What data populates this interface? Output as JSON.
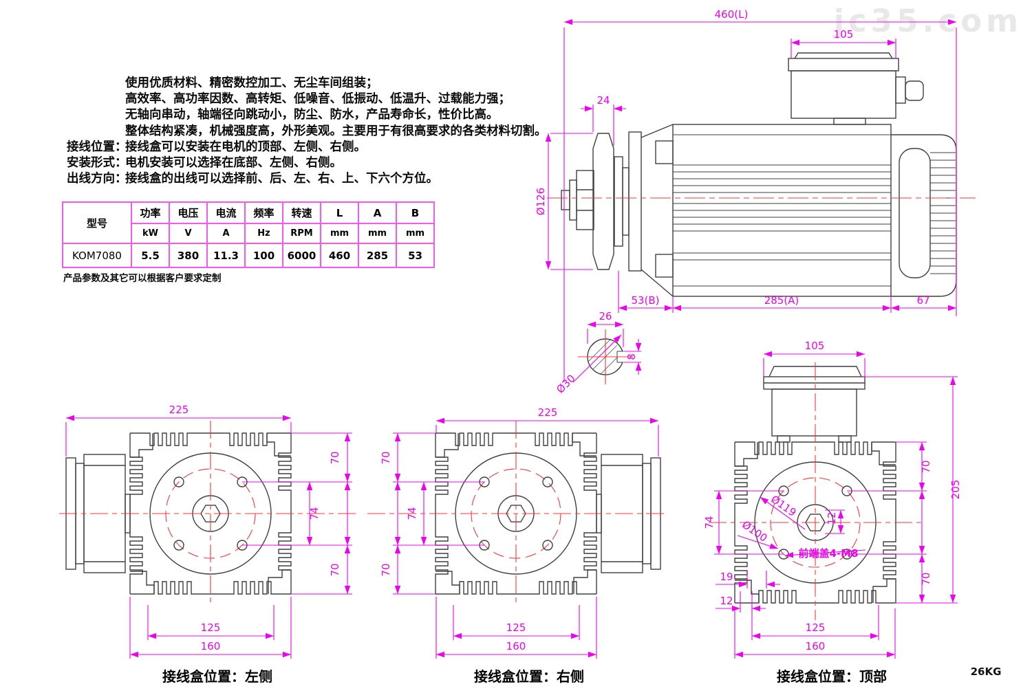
{
  "watermark": "jc35.com",
  "intro": {
    "features": [
      "使用优质材料、精密数控加工、无尘车间组装；",
      "高效率、高功率因数、高转矩、低噪音、低振动、低温升、过载能力强；",
      "无轴向串动，轴端径向跳动小，防尘、防水，产品寿命长，性价比高。",
      "整体结构紧凑，机械强度高，外形美观。主要用于有很高要求的各类材料切割。"
    ],
    "specs": [
      {
        "label": "接线位置：",
        "text": "接线盒可以安装在电机的顶部、左侧、右侧。"
      },
      {
        "label": "安装形式：",
        "text": "电机安装可以选择在底部、左侧、右侧。"
      },
      {
        "label": "出线方向：",
        "text": "接线盒的出线可以选择前、后、左、右、上、下六个方位。"
      }
    ]
  },
  "table": {
    "columns": [
      {
        "name": "型号",
        "unit": ""
      },
      {
        "name": "功率",
        "unit": "kW"
      },
      {
        "name": "电压",
        "unit": "V"
      },
      {
        "name": "电流",
        "unit": "A"
      },
      {
        "name": "频率",
        "unit": "Hz"
      },
      {
        "name": "转速",
        "unit": "RPM"
      },
      {
        "name": "L",
        "unit": "mm"
      },
      {
        "name": "A",
        "unit": "mm"
      },
      {
        "name": "B",
        "unit": "mm"
      }
    ],
    "values": [
      "KOM7080",
      "5.5",
      "380",
      "11.3",
      "100",
      "6000",
      "460",
      "285",
      "53"
    ]
  },
  "note": "产品参数及其它可以根据客户要求定制",
  "weight": "26KG",
  "dims": {
    "side": {
      "total": "460(L)",
      "jbox_width": "105",
      "clamp_width": "24",
      "blade_dia": "Ø126",
      "front_len": "53(B)",
      "body_len": "285(A)",
      "rear_len": "67"
    },
    "shaft": {
      "flat": "26",
      "dia": "Ø30",
      "key": "8"
    },
    "left_view": {
      "width": "225",
      "seg_top": "70",
      "seg_mid": "74",
      "seg_bottom": "70",
      "bolt_span": "125",
      "base": "160"
    },
    "right_view": {
      "width": "225",
      "seg_top": "70",
      "seg_mid": "74",
      "seg_bottom": "70",
      "bolt_span": "125",
      "base": "160"
    },
    "top_view": {
      "jbox_width": "105",
      "height": "205",
      "seg_top": "70",
      "seg_mid": "74",
      "seg_bottom": "70",
      "bolt_circle": "Ø119",
      "spigot": "Ø100",
      "key_offset": "12",
      "slot_width": "19",
      "slot_offset": "12",
      "bolt_span": "125",
      "base": "160",
      "end_cover_note": "前端盖4-M8"
    }
  },
  "captions": [
    "接线盒位置：左侧",
    "接线盒位置：右侧",
    "接线盒位置：顶部"
  ],
  "colors": {
    "dimension": "#f000f0",
    "centerline": "#ff3434",
    "outline": "#3f3f3f",
    "table_border": "#f457f4",
    "watermark": "#e8e8e8"
  }
}
